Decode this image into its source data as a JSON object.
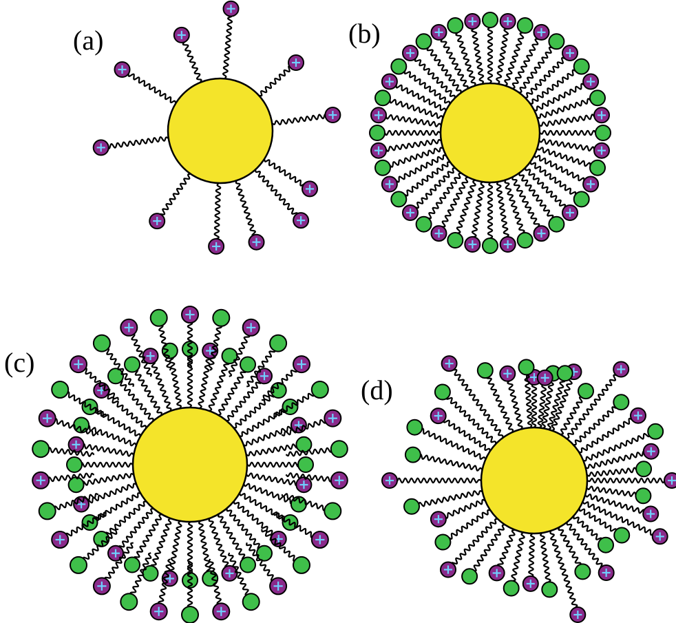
{
  "panels": [
    {
      "label": "(a)",
      "core_color": "#f4e42a",
      "cationic_color": "#8a2a8a",
      "neutral_color": "#3fbf4a"
    },
    {
      "label": "(b)",
      "core_color": "#f4e42a",
      "cationic_color": "#8a2a8a",
      "neutral_color": "#3fbf4a"
    },
    {
      "label": "(c)",
      "core_color": "#f4e42a",
      "cationic_color": "#8a2a8a",
      "neutral_color": "#3fbf4a"
    },
    {
      "label": "(d)",
      "core_color": "#f4e42a",
      "cationic_color": "#8a2a8a",
      "neutral_color": "#3fbf4a"
    }
  ],
  "charge_symbol": "+"
}
